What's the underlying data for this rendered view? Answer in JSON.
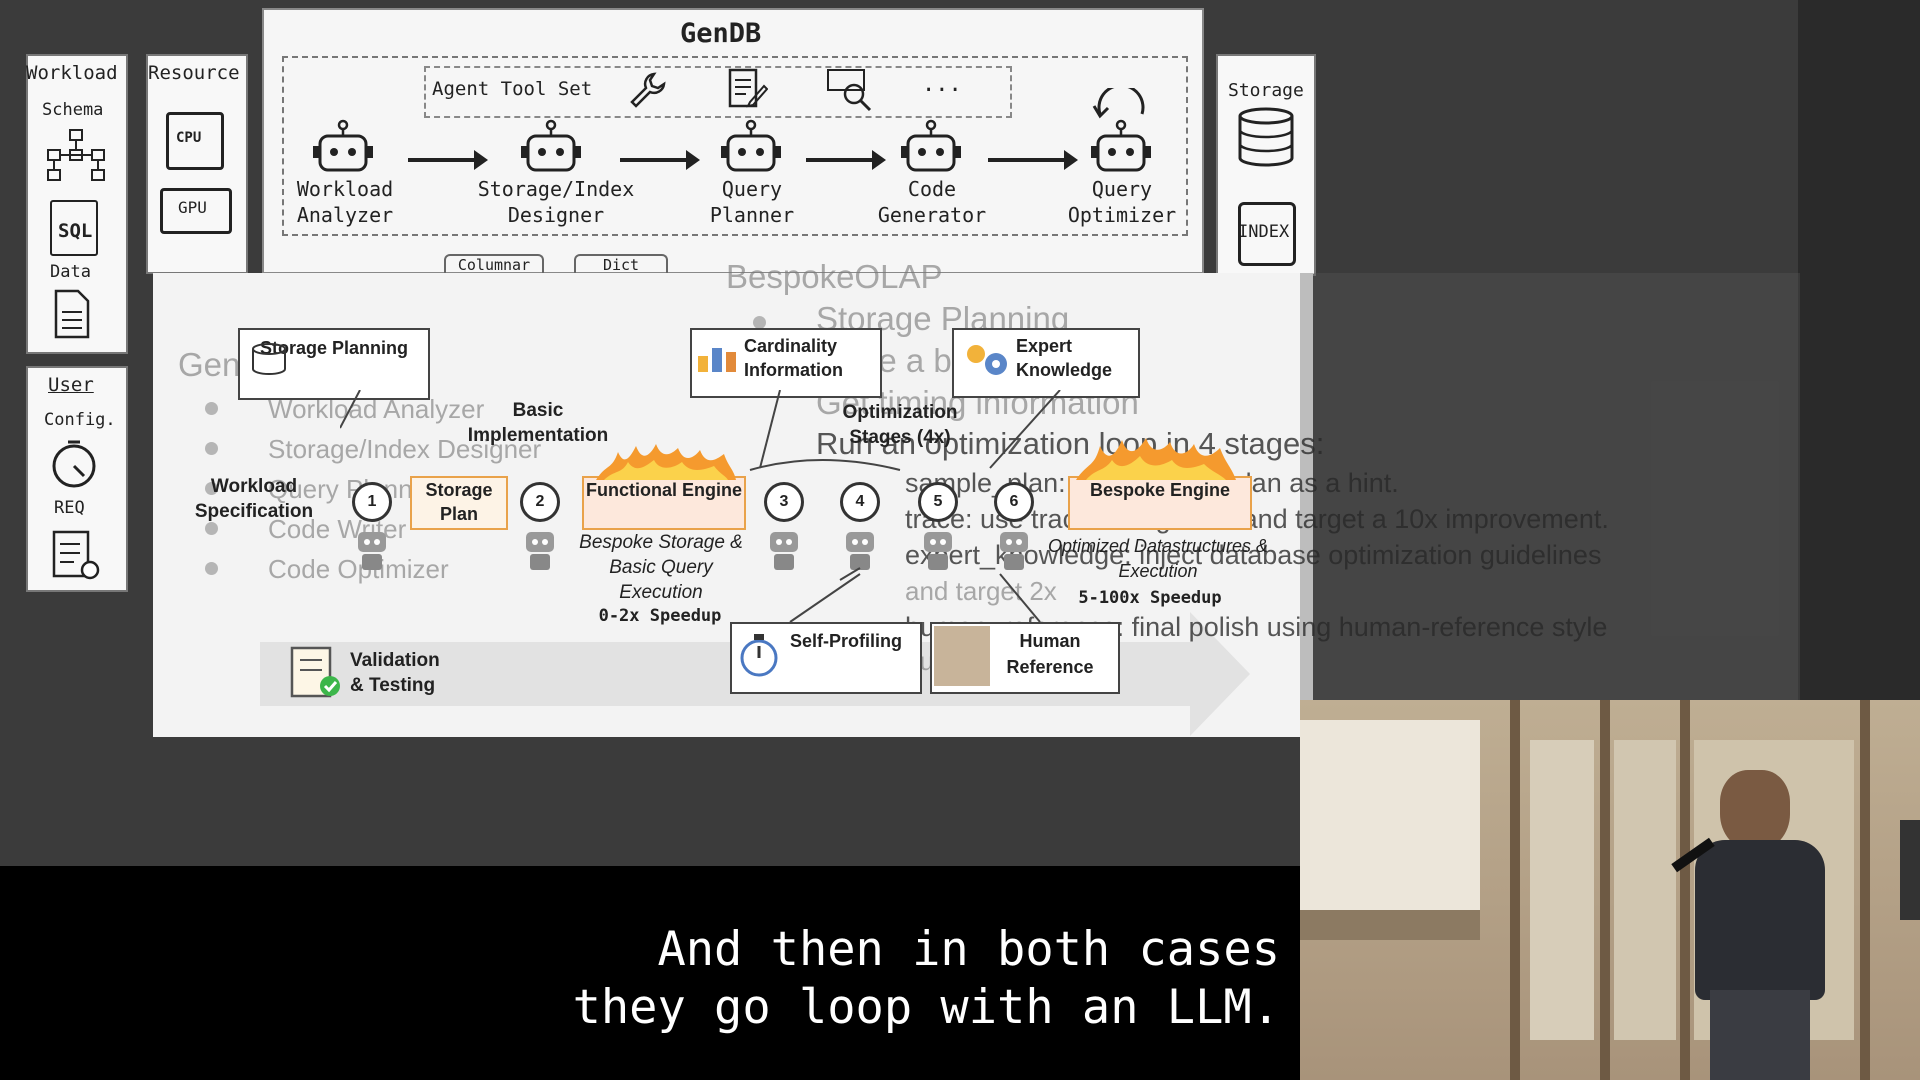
{
  "gendb": {
    "title": "GenDB",
    "toolset_label": "Agent Tool Set",
    "toolset_more": "...",
    "agents": [
      {
        "line1": "Workload",
        "line2": "Analyzer"
      },
      {
        "line1": "Storage/Index",
        "line2": "Designer"
      },
      {
        "line1": "Query",
        "line2": "Planner"
      },
      {
        "line1": "Code",
        "line2": "Generator"
      },
      {
        "line1": "Query",
        "line2": "Optimizer"
      }
    ],
    "partial_boxes": [
      "Columnar",
      "Dict"
    ]
  },
  "left_panel": {
    "workload_title": "Workload",
    "schema": "Schema",
    "sql": "SQL",
    "data": "Data",
    "resource_title": "Resource",
    "cpu": "CPU",
    "gpu": "GPU",
    "user_title": "User",
    "config": "Config.",
    "req": "REQ"
  },
  "storage_panel": {
    "title": "Storage",
    "index": "INDEX"
  },
  "bespoke": {
    "ghost_title": "BespokeOLAP",
    "ghost_bullets": [
      "Storage Planning",
      "Make a baseline",
      "Get timing information",
      "Run an optimization loop in 4 stages:"
    ],
    "ghost_sub": [
      "sample_plan: use DuckDB plan as a hint.",
      "trace: use trace/timing stats and target a 10x improvement.",
      "expert_knowledge: inject database optimization guidelines",
      "and target 2x",
      "human_reference: final polish using human-reference style",
      "guidance"
    ],
    "gendb_ghost_title": "GenDB Pipeline",
    "gendb_ghost_bullets": [
      "Workload Analyzer",
      "Storage/Index Designer",
      "Query Planner",
      "Code Writer",
      "Code Optimizer"
    ],
    "storage_planning": "Storage Planning",
    "basic_impl": "Basic Implementation",
    "workload_spec": "Workload Specification",
    "storage_plan": "Storage Plan",
    "functional_engine": "Functional Engine",
    "bespoke_storage": "Bespoke Storage & Basic Query Execution",
    "speedup1": "0-2x Speedup",
    "cardinality": "Cardinality Information",
    "expert": "Expert Knowledge",
    "opt_stages": "Optimization Stages (4x)",
    "bespoke_engine": "Bespoke Engine",
    "optimized": "Optimized Datastructures & Execution",
    "speedup2": "5-100x Speedup",
    "self_profiling": "Self-Profiling",
    "human_ref": "Human Reference",
    "validation": "Validation & Testing",
    "steps": [
      "1",
      "2",
      "3",
      "4",
      "5",
      "6"
    ]
  },
  "subtitle": {
    "line1": "And then in both cases",
    "line2": "they go loop with an LLM."
  }
}
